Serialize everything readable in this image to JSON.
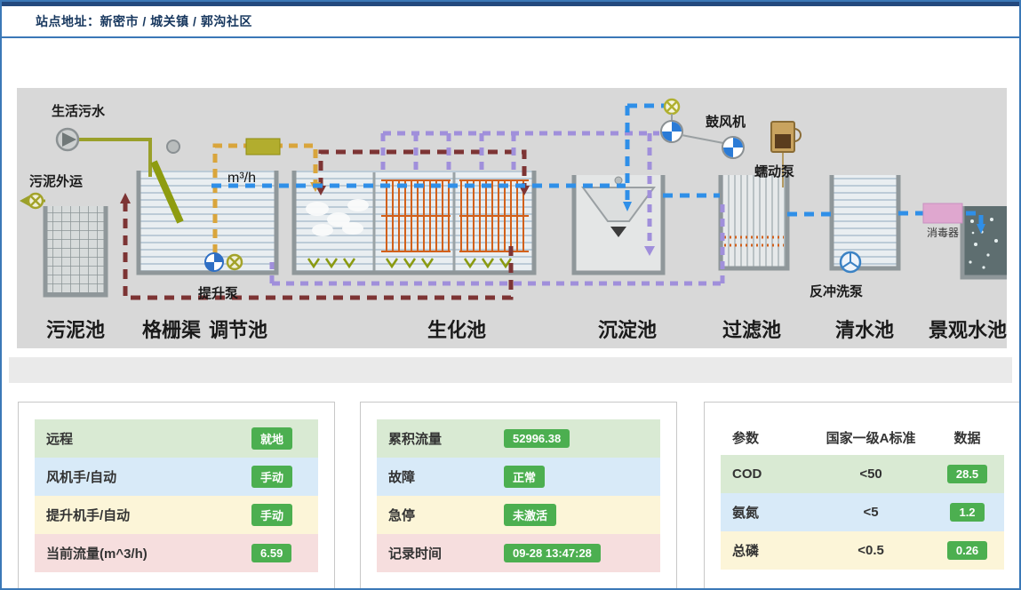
{
  "header": {
    "site_label": "站点地址：新密市 / 城关镇 / 郭沟社区"
  },
  "diagram": {
    "labels": {
      "inflow": "生活污水",
      "sludge_out": "污泥外运",
      "lift_pump": "提升泵",
      "flow_unit": "m³/h",
      "blower": "鼓风机",
      "peristaltic_pump": "蠕动泵",
      "backwash_pump": "反冲洗泵",
      "disinfector": "消毒器"
    },
    "tanks": [
      "污泥池",
      "格栅渠",
      "调节池",
      "生化池",
      "沉淀池",
      "过滤池",
      "清水池",
      "景观水池"
    ]
  },
  "panels": {
    "control": {
      "rows": [
        {
          "label": "远程",
          "value": "就地"
        },
        {
          "label": "风机手/自动",
          "value": "手动"
        },
        {
          "label": "提升机手/自动",
          "value": "手动"
        },
        {
          "label": "当前流量(m^3/h)",
          "value": "6.59"
        }
      ]
    },
    "status": {
      "rows": [
        {
          "label": "累积流量",
          "value": "52996.38"
        },
        {
          "label": "故障",
          "value": "正常"
        },
        {
          "label": "急停",
          "value": "未激活"
        },
        {
          "label": "记录时间",
          "value": "09-28 13:47:28"
        }
      ]
    },
    "quality": {
      "headers": [
        "参数",
        "国家一级A标准",
        "数据"
      ],
      "rows": [
        {
          "param": "COD",
          "standard": "<50",
          "value": "28.5"
        },
        {
          "param": "氨氮",
          "standard": "<5",
          "value": "1.2"
        },
        {
          "param": "总磷",
          "standard": "<0.5",
          "value": "0.26"
        }
      ]
    }
  },
  "colors": {
    "accent_blue": "#3b78b7",
    "badge_green": "#4caf50",
    "pipe_blue": "#2f8fe8",
    "pipe_purple": "#a08fdb",
    "pipe_dark_red": "#7d3434",
    "pipe_orange": "#d9a53c",
    "row_green": "#d9ead3",
    "row_blue": "#d8eaf8",
    "row_yellow": "#fcf5d8",
    "row_pink": "#f6dede"
  }
}
